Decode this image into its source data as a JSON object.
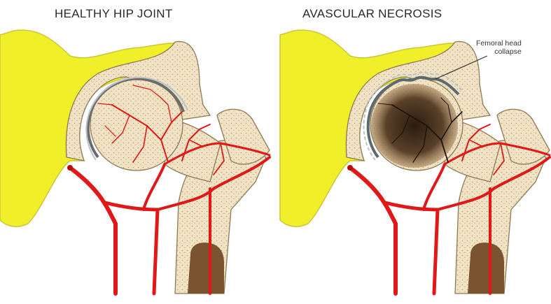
{
  "panels": [
    {
      "title": "HEALTHY HIP JOINT"
    },
    {
      "title": "AVASCULAR NECROSIS"
    }
  ],
  "annotation": {
    "line1": "Femoral head",
    "line2": "collapse"
  },
  "colors": {
    "pelvis": "#f1ef2a",
    "pelvis_edge": "#c9c63a",
    "bone": "#f0e2c4",
    "bone_edge": "#8a7b55",
    "vessel": "#e01818",
    "necrosis": "#3b2a17",
    "marrow": "#7a5430"
  }
}
